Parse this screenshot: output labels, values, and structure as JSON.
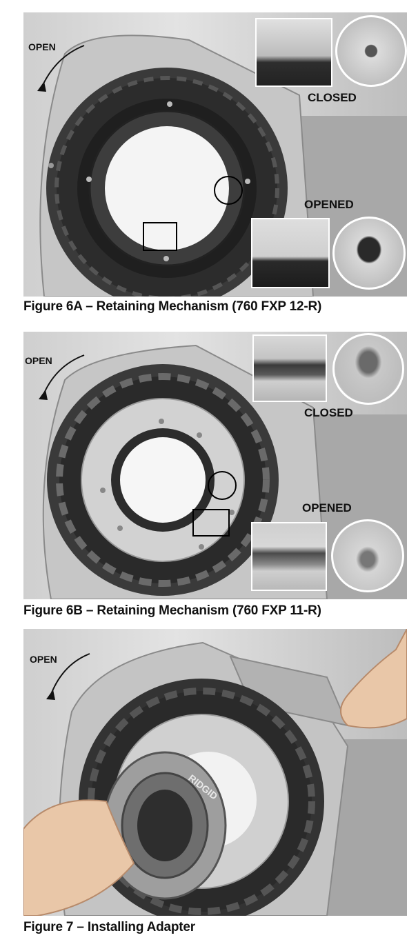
{
  "figures": [
    {
      "caption": "Figure 6A – Retaining Mechanism (760 FXP 12-R)",
      "label_open": "OPEN",
      "label_closed": "CLOSED",
      "label_opened": "OPENED"
    },
    {
      "caption": "Figure 6B – Retaining Mechanism (760 FXP 11-R)",
      "label_open": "OPEN",
      "label_closed": "CLOSED",
      "label_opened": "OPENED"
    },
    {
      "caption": "Figure 7 – Installing Adapter",
      "label_open": "OPEN"
    }
  ],
  "logo_text": "RIDGID"
}
